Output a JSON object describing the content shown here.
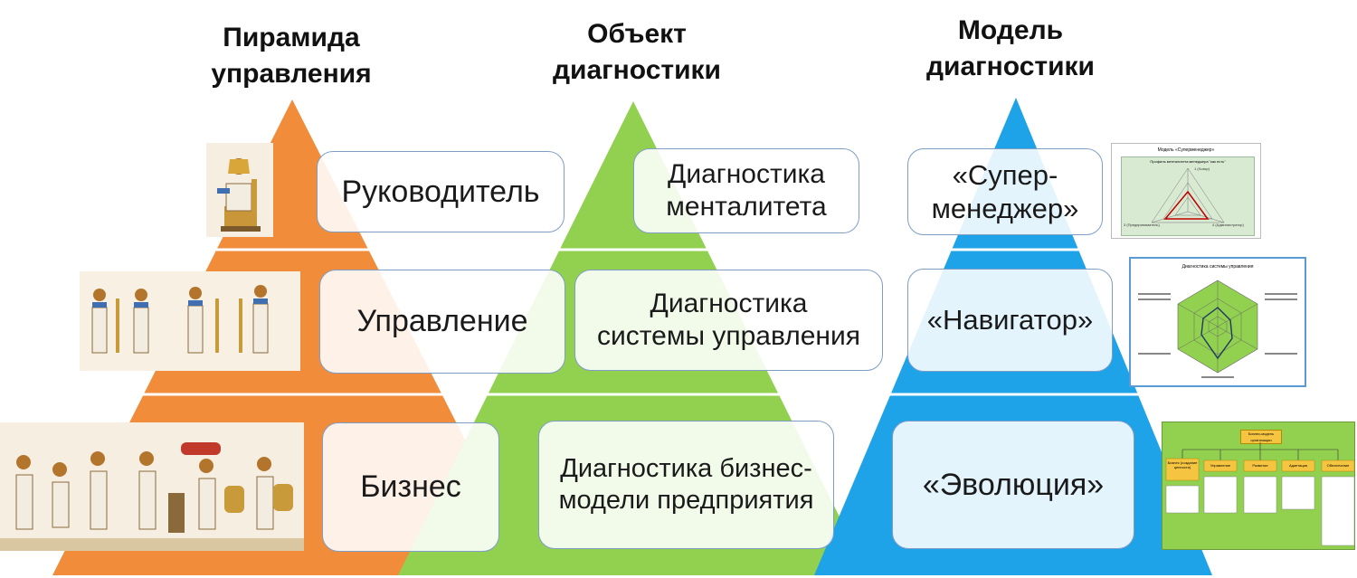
{
  "titles": {
    "col1": [
      "Пирамида",
      "управления"
    ],
    "col2": [
      "Объект",
      "диагностики"
    ],
    "col3": [
      "Модель",
      "диагностики"
    ]
  },
  "pyramid1": {
    "color": "#f08c3a",
    "levels": [
      [
        "Руководитель"
      ],
      [
        "Управление"
      ],
      [
        "Бизнес"
      ]
    ]
  },
  "pyramid2": {
    "color": "#92d050",
    "levels": [
      [
        "Диагностика",
        "менталитета"
      ],
      [
        "Диагностика",
        "системы управления"
      ],
      [
        "Диагностика бизнес-",
        "модели предприятия"
      ]
    ]
  },
  "pyramid3": {
    "color": "#1ea2e8",
    "levels": [
      [
        "«Супер-",
        "менеджер»"
      ],
      [
        "«Навигатор»"
      ],
      [
        "«Эволюция»"
      ]
    ]
  },
  "thumbnails": {
    "mentality": {
      "title": "Модель «Суперменеджер»",
      "subtitle": "Профиль менталитета менеджера \"как есть\"",
      "labels": [
        "1 (Хозяр)",
        "3 (Предприниматель)",
        "4 (Администратор)"
      ]
    },
    "system": {
      "title": "Диагностика системы управления"
    },
    "business": {
      "title": "Бизнес-модель организации",
      "columns": [
        "Бизнес (создание ценности)",
        "Управление",
        "Развитие",
        "Адаптация",
        "Обеспечение"
      ]
    }
  },
  "colors": {
    "box_border": "#7f9ec6",
    "thumb_bg_green": "#d9ead3",
    "radar_red": "#c00000"
  }
}
